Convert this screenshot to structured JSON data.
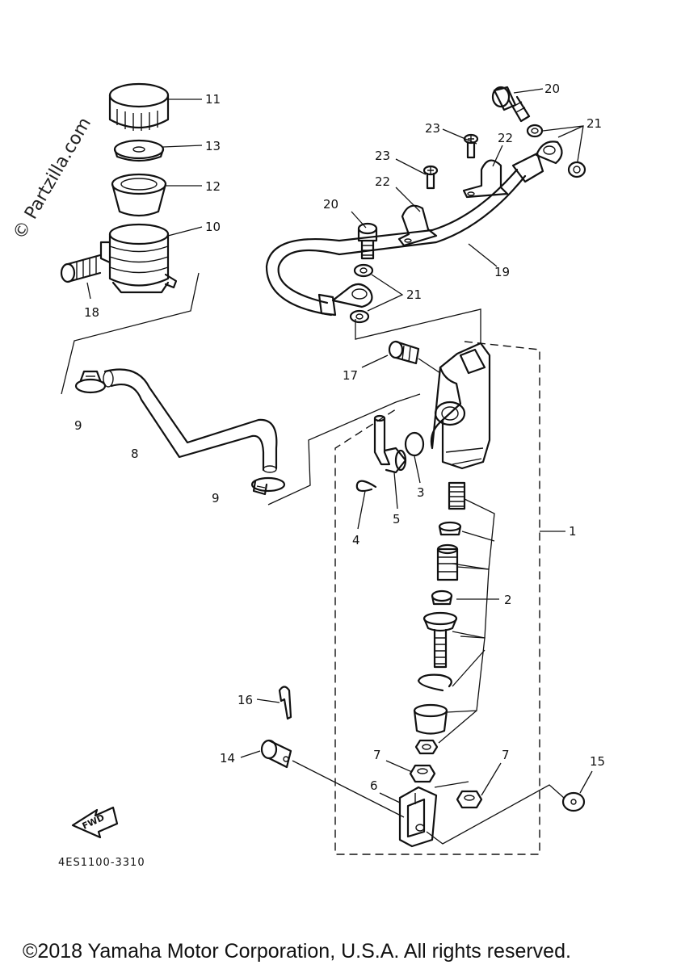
{
  "watermark": "© Partzilla.com",
  "copyright": "©2018 Yamaha Motor Corporation, U.S.A. All rights reserved.",
  "diagram_code": "4ES1100-3310",
  "fwd_label": "FWD",
  "callouts": {
    "c1": "1",
    "c2": "2",
    "c3": "3",
    "c4": "4",
    "c5": "5",
    "c6": "6",
    "c7a": "7",
    "c7b": "7",
    "c8": "8",
    "c9a": "9",
    "c9b": "9",
    "c10": "10",
    "c11": "11",
    "c12": "12",
    "c13": "13",
    "c14": "14",
    "c15": "15",
    "c16": "16",
    "c17": "17",
    "c18": "18",
    "c19": "19",
    "c20a": "20",
    "c20b": "20",
    "c21a": "21",
    "c21b": "21",
    "c22a": "22",
    "c22b": "22",
    "c23a": "23",
    "c23b": "23"
  }
}
